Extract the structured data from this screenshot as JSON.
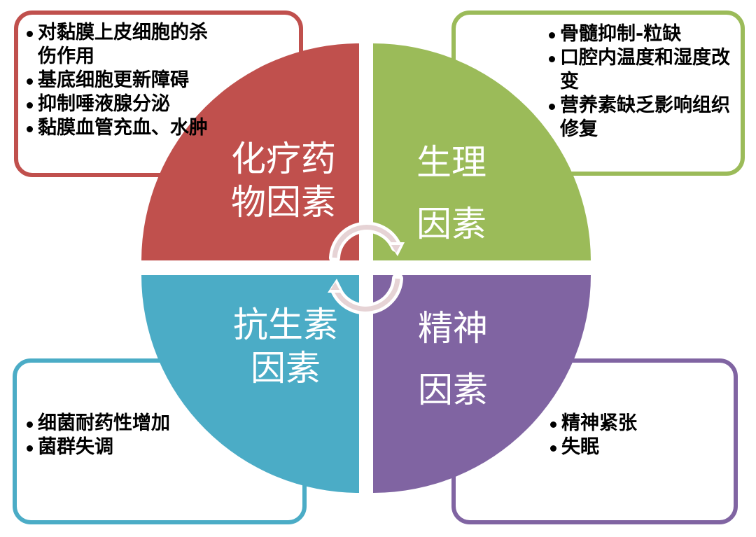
{
  "diagram": {
    "type": "four-quadrant cycle",
    "colors": {
      "red": "#c0504d",
      "green": "#9bbb59",
      "cyan": "#4bacc6",
      "purple": "#8064a2",
      "arrow": "#e6d3d5"
    },
    "quadrants": [
      {
        "id": "chemo",
        "label_line1": "化疗药",
        "label_line2": "物因素",
        "items": [
          "对黏膜上皮细胞的杀伤作用",
          "基底细胞更新障碍",
          "抑制唾液腺分泌",
          "黏膜血管充血、水肿"
        ]
      },
      {
        "id": "physiological",
        "label_line1": "生理",
        "label_line2": "因素",
        "items": [
          "骨髓抑制-粒缺",
          "口腔内温度和湿度改变",
          "营养素缺乏影响组织修复"
        ]
      },
      {
        "id": "antibiotic",
        "label_line1": "抗生素",
        "label_line2": "因素",
        "items": [
          "细菌耐药性增加",
          "菌群失调"
        ]
      },
      {
        "id": "mental",
        "label_line1": "精神",
        "label_line2": "因素",
        "items": [
          "精神紧张",
          "失眠"
        ]
      }
    ]
  }
}
